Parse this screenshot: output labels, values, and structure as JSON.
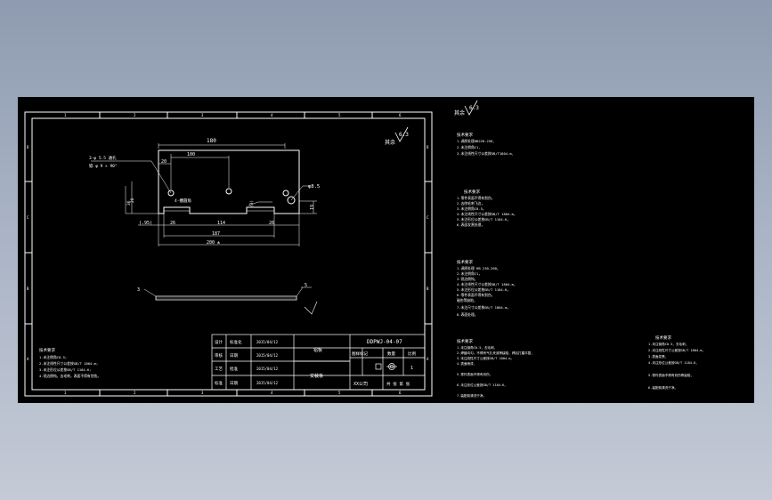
{
  "drawing": {
    "part_number": "DDPWJ-04-07",
    "roughness_symbol": "6.3",
    "roughness_prefix": "其余",
    "border_numbers_top": [
      "1",
      "2",
      "3",
      "4",
      "5",
      "6"
    ],
    "border_letters_side": [
      "A",
      "B",
      "C",
      "D"
    ]
  },
  "dimensions": {
    "d180": "180",
    "d100": "100",
    "d20": "20",
    "hole_note": "3-φ  5.5 通孔",
    "chamfer_note": "锪  φ 9 × 90°",
    "d85": "φ8.5",
    "d19": "19",
    "d3_v": "(3)",
    "d95": "(.95)",
    "d114": "114",
    "d26_l": "26",
    "d26_r": "26",
    "d187": "187",
    "d200": "200 ±",
    "d36": "36",
    "d26_v": "26",
    "slot_note": "4-槽圆角",
    "d5": "5",
    "d3_side": "3"
  },
  "notes_left": {
    "title": "技术要求",
    "lines": [
      "1.未注倒角C0.5;",
      "2.未注线性尺寸公差按GB/T 1804-m;",
      "3.未注形位公差按GB/T 1184-K;",
      "4.锐边倒钝，去毛刺，表面不得有划伤。"
    ]
  },
  "title_block": {
    "row_labels": [
      "设计",
      "审核",
      "工艺",
      "标准"
    ],
    "row_roles": [
      "标准化",
      "日期",
      "批准",
      "日期"
    ],
    "row_values": [
      "2015/04/12",
      "2015/04/12",
      "2015/04/12",
      "2015/04/12"
    ],
    "material": "铝板",
    "part_name": "安装板",
    "cols": [
      "图样标记",
      "数量",
      "比例"
    ],
    "scale": "1",
    "company": "XX公司",
    "sheet": "共 张 第 张"
  },
  "right_roughness_prefix": "其余",
  "right_notes": [
    {
      "title": "技术要求",
      "lines": [
        "1.调质处理HB220-250,",
        "2.未注倒角C1,",
        "3.未注线性尺寸公差按GB/T1804-m,"
      ]
    },
    {
      "title": "技术要求",
      "lines": [
        "1.零件表面不得有划伤，",
        "2.去除毛刺飞边，",
        "3.未注倒角C0.5，",
        "4.未注线性尺寸公差按GB/T 1804-m，",
        "5.未注形位公差按GB/T 1184-K，",
        "6.表面发黑处理，"
      ]
    },
    {
      "title": "技术要求",
      "lines": [
        "1.调质处理 HB 230-260，",
        "2.未注倒角C1，",
        "3.锐边倒钝，",
        "4.未注线性尺寸公差按GB/T 1804-m，",
        "5.未注形位公差按GB/T 1184-K，",
        "6.零件表面不得有划伤，",
        "  碰伤等缺陷，",
        "7.未注尺寸公差按GB/T 1804-m，",
        "8.表面处理。"
      ]
    },
    {
      "title": "技术要求",
      "lines": [
        "1.未注倒角C0.5，去毛刺，",
        "2.焊缝均匀，不得有气孔夹渣等缺陷，焊后打磨平整，",
        "3.未注线性尺寸公差按GB/T 1804-m，",
        "4.表面喷漆，",
        "5.零件表面不得有划伤，",
        "6.未注形位公差按GB/T 1184-K，",
        "7.装配前清洗干净。"
      ]
    },
    {
      "title": "技术要求",
      "lines": [
        "1.未注倒角C0.5，去毛刺，",
        "2.未注线性尺寸公差按GB/T 1804-m，",
        "3.表面发黑，",
        "4.未注形位公差按GB/T 1184-K，",
        "5.零件表面不得有划伤等缺陷，",
        "6.装配前清洗干净。"
      ]
    }
  ]
}
